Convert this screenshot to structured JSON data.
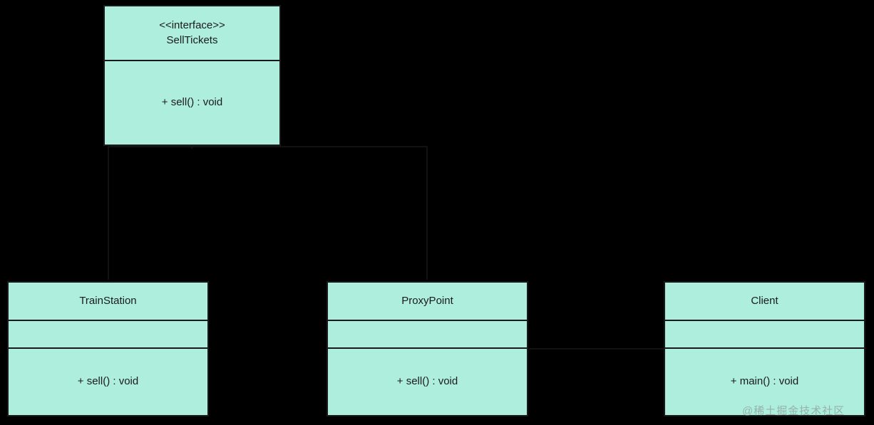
{
  "diagram": {
    "kind": "uml-class-diagram",
    "background_color": "#000000",
    "box_fill_color": "#ADEEDC",
    "box_border_color": "#1A1A1A",
    "text_color": "#1B1B1B",
    "classes": [
      {
        "id": "sell-tickets",
        "stereotype": "<<interface>>",
        "name": "SellTickets",
        "attributes": "",
        "operations": "+ sell() : void",
        "compartments": 2
      },
      {
        "id": "train-station",
        "stereotype": "",
        "name": "TrainStation",
        "attributes": "",
        "operations": "+ sell() : void",
        "compartments": 3
      },
      {
        "id": "proxy-point",
        "stereotype": "",
        "name": "ProxyPoint",
        "attributes": "",
        "operations": "+ sell() : void",
        "compartments": 3
      },
      {
        "id": "client",
        "stereotype": "",
        "name": "Client",
        "attributes": "",
        "operations": "+ main() : void",
        "compartments": 3
      }
    ],
    "relationships": [
      {
        "from": "train-station",
        "to": "sell-tickets",
        "type": "realization"
      },
      {
        "from": "proxy-point",
        "to": "sell-tickets",
        "type": "realization"
      },
      {
        "from": "client",
        "to": "proxy-point",
        "type": "association"
      }
    ]
  },
  "watermark": {
    "text": "@稀土掘金技术社区"
  }
}
